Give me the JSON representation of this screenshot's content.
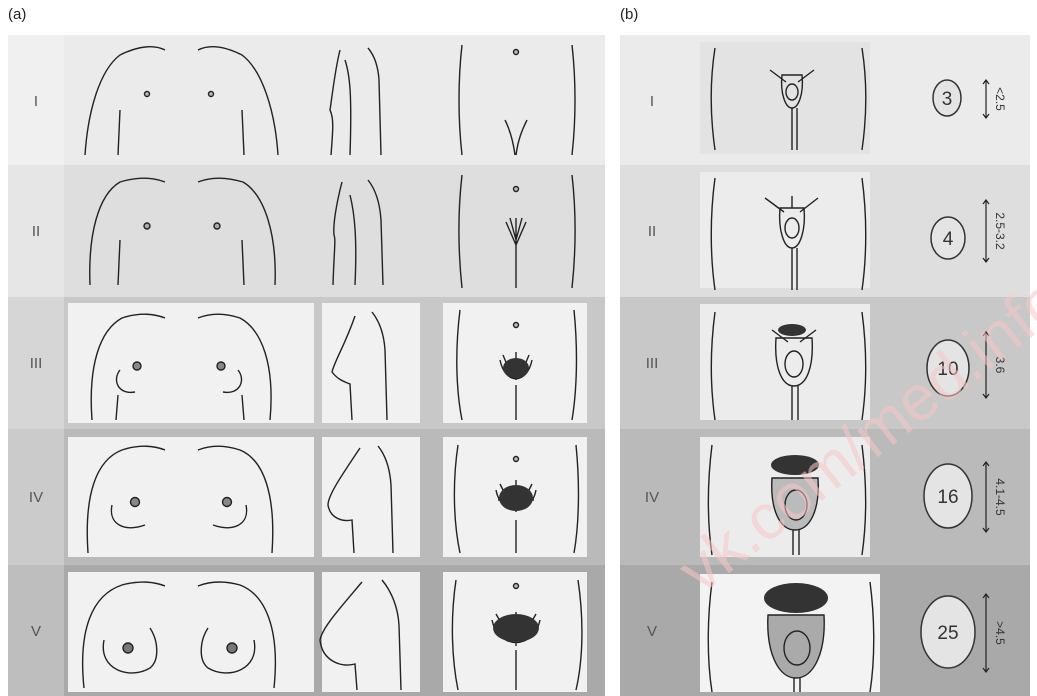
{
  "panel_a": {
    "label": "(a)",
    "stages": [
      "I",
      "II",
      "III",
      "IV",
      "V"
    ]
  },
  "panel_b": {
    "label": "(b)",
    "stages": [
      "I",
      "II",
      "III",
      "IV",
      "V"
    ],
    "testicular_volumes": [
      "3",
      "4",
      "10",
      "16",
      "25"
    ],
    "testicular_lengths": [
      "<2.5",
      "2.5-3.2",
      "3.6",
      "4.1-4.5",
      ">4.5"
    ]
  },
  "watermark": "vk.com/med.info.ru"
}
